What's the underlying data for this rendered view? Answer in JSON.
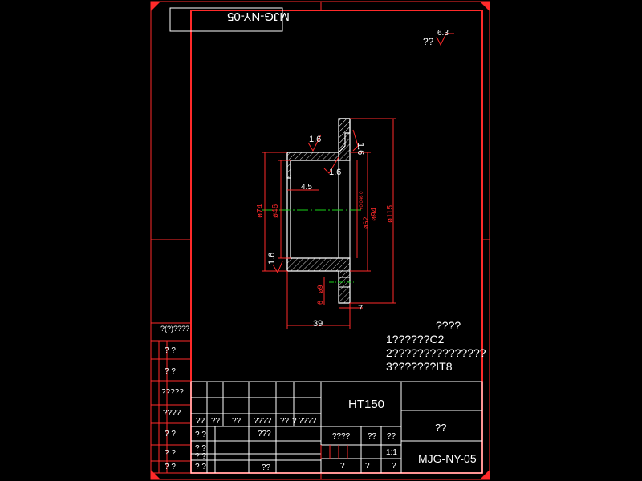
{
  "drawing_number": "MJG-NY-05",
  "drawing_number_mirrored": "MJG-NY-05",
  "roughness_other": {
    "label": "??",
    "value": "6.3"
  },
  "roughness_marks": [
    "1.6",
    "1.6",
    "1.6",
    "1.6"
  ],
  "dimensions": {
    "d74": "ø74",
    "d46": "ø46",
    "d62": "ø62",
    "d62_tol": "+0.046\n0",
    "d94": "ø94",
    "d115": "ø115",
    "d9": "ø9",
    "len_4_5": "4.5",
    "len_39": "39",
    "len_7": "7",
    "len_6": "6"
  },
  "notes": {
    "title": "????",
    "lines": [
      "1??????C2",
      "2???????????????",
      "3???????IT8"
    ]
  },
  "left_margin_labels": [
    "?(?)????",
    "?  ?",
    "?  ?",
    "?????",
    "????",
    "?  ?",
    "?  ?",
    "?  ?"
  ],
  "title_block": {
    "material": "HT150",
    "name": "??",
    "scale": "1:1",
    "drawing_number": "MJG-NY-05",
    "header_cells": [
      "??",
      "??",
      "??",
      "????",
      "??",
      "?",
      "????"
    ],
    "designer_cell": "???",
    "weight_cells": [
      "????",
      "??",
      "??"
    ],
    "bottom_cells": [
      "?",
      "?",
      "?"
    ],
    "left_col_cells": [
      "?  ?",
      "?  ?",
      "?  ?",
      "?  ?"
    ],
    "approve_cell": "??"
  }
}
